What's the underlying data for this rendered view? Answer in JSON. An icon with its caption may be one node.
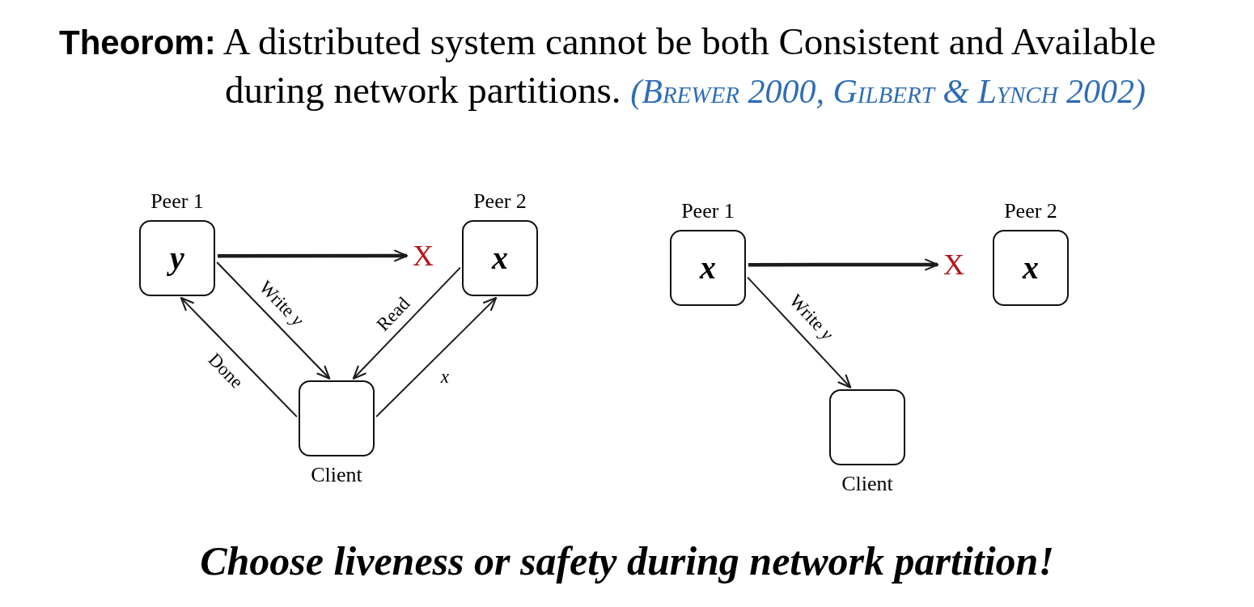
{
  "diagram": {
    "title": "**Theorom:** A distributed system cannot be both Consistent and Available during network partitions. *(Brewer 2000, Gilbert & Lynch 2002)*",
    "caption": "Choose liveness or safety during network partition!",
    "nodes": [
      {
        "text": [
          "Peer 1",
          "y"
        ]
      },
      {
        "text": [
          "X"
        ]
      },
      {
        "text": [
          "Peer 2",
          "x"
        ]
      },
      {
        "text": [
          "Client"
        ]
      },
      {
        "text": [
          "Peer 1",
          "x"
        ]
      },
      {
        "text": [
          "X"
        ]
      },
      {
        "text": [
          "Peer 2",
          "x"
        ]
      },
      {
        "text": [
          "Client"
        ]
      }
    ],
    "edges": [
      {
        "from": 0,
        "to": 1,
        "arrow": "to",
        "style": "thick"
      },
      {
        "from": 0,
        "to": 3,
        "arrow": "to",
        "label": "Write *y*"
      },
      {
        "from": 2,
        "to": 3,
        "arrow": "to",
        "label": "Read"
      },
      {
        "from": 3,
        "to": 0,
        "arrow": "to",
        "label": "Done"
      },
      {
        "from": 3,
        "to": 2,
        "arrow": "to",
        "label": "x"
      },
      {
        "from": 4,
        "to": 5,
        "arrow": "to",
        "style": "thick"
      },
      {
        "from": 4,
        "to": 7,
        "arrow": "to",
        "label": "Write *y*"
      }
    ]
  }
}
